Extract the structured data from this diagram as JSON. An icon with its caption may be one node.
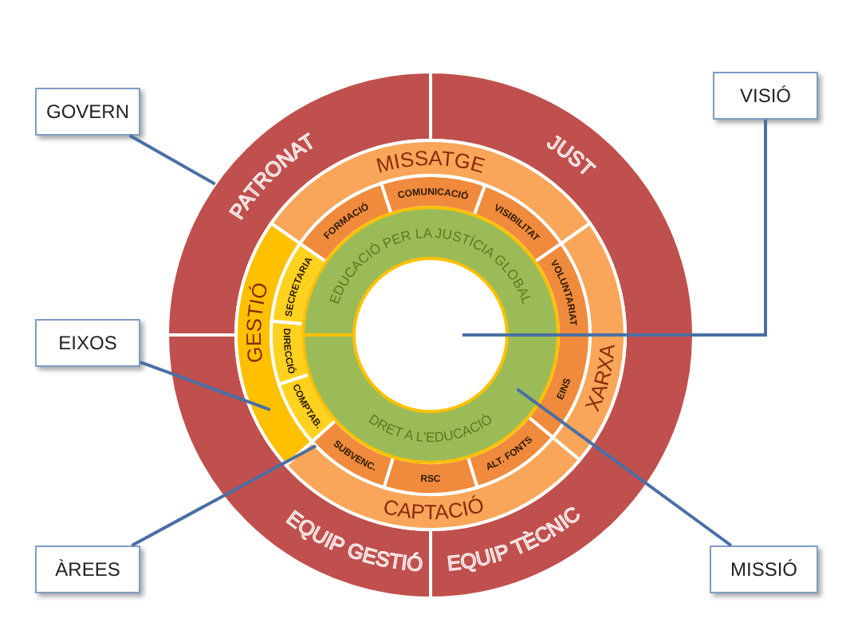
{
  "diagram": {
    "nodes": [
      {
        "text": [
          "GOVERN"
        ]
      },
      {
        "text": [
          "VISIÓ"
        ]
      },
      {
        "text": [
          "EIXOS"
        ]
      },
      {
        "text": [
          "ÀREES"
        ]
      },
      {
        "text": [
          "MISSIÓ"
        ]
      },
      {
        "text": [
          "PATRONAT"
        ]
      },
      {
        "text": [
          "JUST"
        ]
      },
      {
        "text": [
          "EQUIP GESTIÓ"
        ]
      },
      {
        "text": [
          "EQUIP TÈCNIC"
        ]
      },
      {
        "text": [
          "MISSATGE"
        ]
      },
      {
        "text": [
          "XARXA"
        ]
      },
      {
        "text": [
          "CAPTACIÓ"
        ]
      },
      {
        "text": [
          "GESTIÓ"
        ]
      },
      {
        "text": [
          "FORMACIÓ"
        ]
      },
      {
        "text": [
          "COMUNICACIÓ"
        ]
      },
      {
        "text": [
          "VISIBILITAT"
        ]
      },
      {
        "text": [
          "VOLUNTARIAT"
        ]
      },
      {
        "text": [
          "EINS"
        ]
      },
      {
        "text": [
          "ALT. FONTS"
        ]
      },
      {
        "text": [
          "RSC"
        ]
      },
      {
        "text": [
          "SUBVENC."
        ]
      },
      {
        "text": [
          "COMPTAB."
        ]
      },
      {
        "text": [
          "DIRECCIÓ"
        ]
      },
      {
        "text": [
          "SECRETARIA"
        ]
      },
      {
        "text": [
          "EDUCACIÓ PER LA JUSTÍCIA GLOBAL"
        ]
      },
      {
        "text": [
          "DRET A L'EDUCACIÓ"
        ]
      }
    ],
    "edges": [
      {
        "from": 0,
        "to": 5,
        "arrow": "none"
      },
      {
        "from": 1,
        "to": null,
        "arrow": "none"
      },
      {
        "from": 2,
        "to": 12,
        "arrow": "none"
      },
      {
        "from": 3,
        "to": 20,
        "arrow": "none"
      },
      {
        "from": 4,
        "to": 25,
        "arrow": "none"
      }
    ]
  }
}
